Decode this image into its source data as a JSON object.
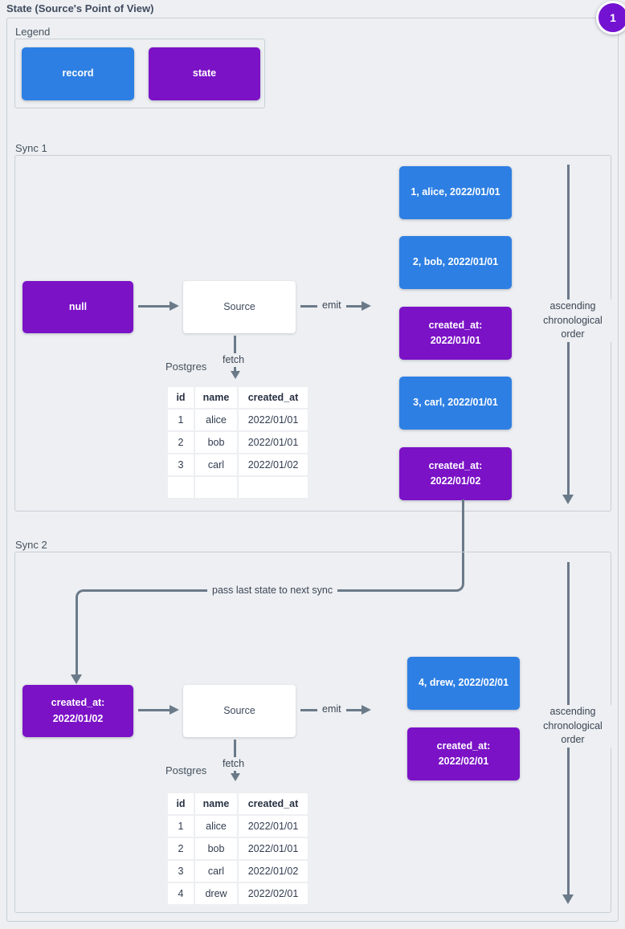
{
  "title": "State (Source's Point of View)",
  "badge": {
    "value": "1"
  },
  "colors": {
    "record": "#2d7fe3",
    "state": "#7b12c6",
    "badge": "#7412d2",
    "line": "#6b7a89",
    "background": "#edeff2"
  },
  "legend": {
    "title": "Legend",
    "record_label": "record",
    "state_label": "state"
  },
  "sync1": {
    "title": "Sync 1",
    "input_state": "null",
    "source_label": "Source",
    "emit_label": "emit",
    "fetch_label": "fetch",
    "db_label": "Postgres",
    "order_label": "ascending chronological order",
    "table": {
      "headers": [
        "id",
        "name",
        "created_at"
      ],
      "rows": [
        [
          "1",
          "alice",
          "2022/01/01"
        ],
        [
          "2",
          "bob",
          "2022/01/01"
        ],
        [
          "3",
          "carl",
          "2022/01/02"
        ],
        [
          "",
          "",
          ""
        ]
      ]
    },
    "stream": [
      {
        "kind": "record",
        "text": "1, alice, 2022/01/01"
      },
      {
        "kind": "record",
        "text": "2, bob, 2022/01/01"
      },
      {
        "kind": "state",
        "text": "created_at: 2022/01/01"
      },
      {
        "kind": "record",
        "text": "3, carl, 2022/01/01"
      },
      {
        "kind": "state",
        "text": "created_at: 2022/01/02"
      }
    ]
  },
  "connector": {
    "label": "pass last state to next sync"
  },
  "sync2": {
    "title": "Sync 2",
    "input_state": "created_at: 2022/01/02",
    "source_label": "Source",
    "emit_label": "emit",
    "fetch_label": "fetch",
    "db_label": "Postgres",
    "order_label": "ascending chronological order",
    "table": {
      "headers": [
        "id",
        "name",
        "created_at"
      ],
      "rows": [
        [
          "1",
          "alice",
          "2022/01/01"
        ],
        [
          "2",
          "bob",
          "2022/01/01"
        ],
        [
          "3",
          "carl",
          "2022/01/02"
        ],
        [
          "4",
          "drew",
          "2022/02/01"
        ]
      ]
    },
    "stream": [
      {
        "kind": "record",
        "text": "4, drew, 2022/02/01"
      },
      {
        "kind": "state",
        "text": "created_at: 2022/02/01"
      }
    ]
  }
}
